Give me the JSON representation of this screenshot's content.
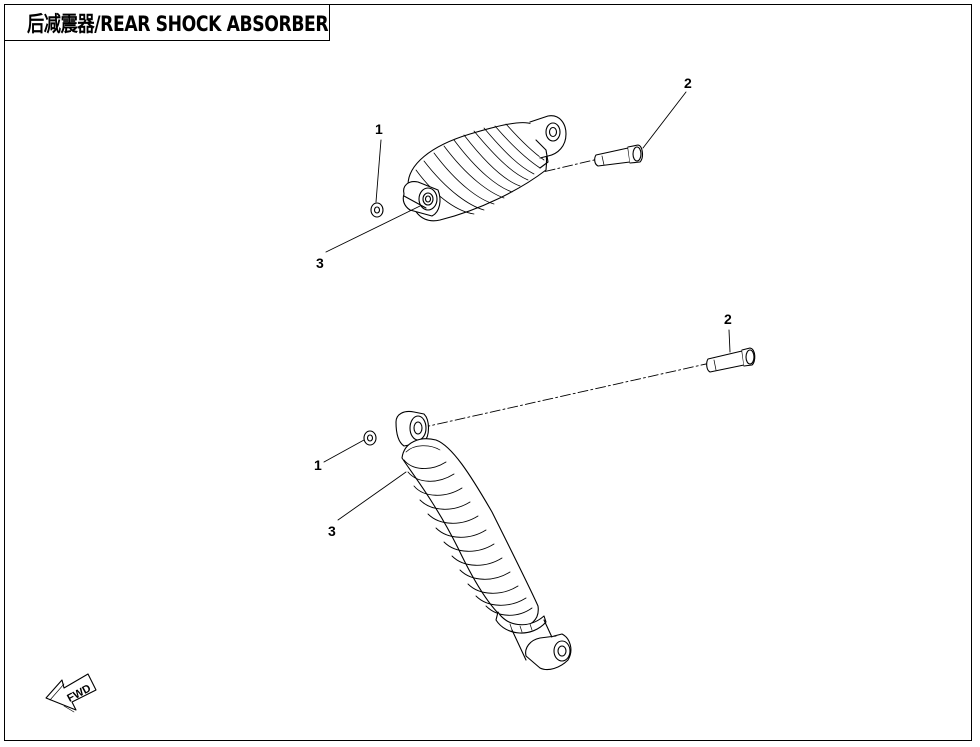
{
  "diagram": {
    "title": "后减震器/REAR SHOCK ABSORBER",
    "callouts": {
      "upper_1": "1",
      "upper_2": "2",
      "upper_3": "3",
      "lower_1": "1",
      "lower_2": "2",
      "lower_3": "3"
    },
    "direction_label": "FWD"
  }
}
